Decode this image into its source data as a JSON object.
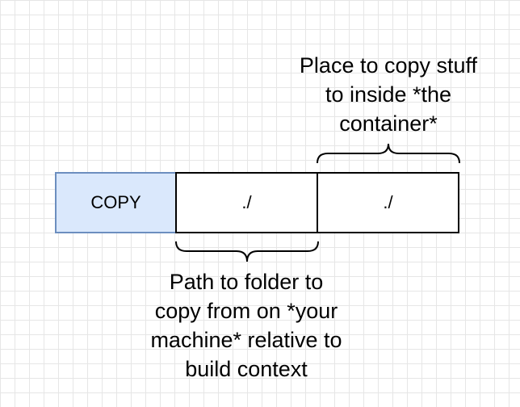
{
  "diagram": {
    "command_box": {
      "label": "COPY",
      "fill": "#dae8fc",
      "stroke": "#6c8ebf"
    },
    "source_box": {
      "label": "./"
    },
    "dest_box": {
      "label": "./"
    },
    "dest_annotation": {
      "lines": [
        "Place to copy stuff",
        "to inside *the",
        "container*"
      ]
    },
    "source_annotation": {
      "lines": [
        "Path to folder to",
        "copy from on *your",
        "machine* relative to",
        "build context"
      ]
    }
  }
}
